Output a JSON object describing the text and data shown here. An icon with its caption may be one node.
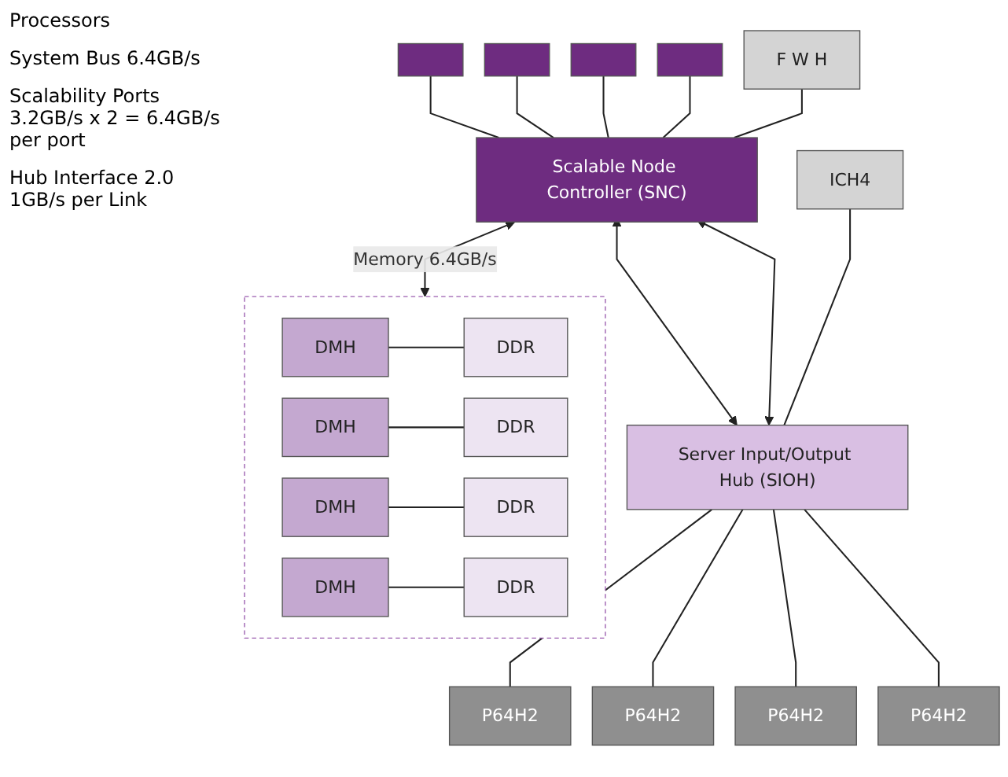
{
  "diagram": {
    "nodes": [
      {
        "text": [],
        "shape": "box"
      },
      {
        "text": [],
        "shape": "box"
      },
      {
        "text": [],
        "shape": "box"
      },
      {
        "text": [],
        "shape": "box"
      },
      {
        "text": [
          "F W H"
        ]
      },
      {
        "text": [
          "Scalable Node Controller (SNC)"
        ]
      },
      {
        "text": [],
        "shape": "box"
      },
      {
        "text": [
          "DMH"
        ],
        "in": 6
      },
      {
        "text": [
          "DDR"
        ],
        "in": 6
      },
      {
        "text": [
          "DMH"
        ],
        "in": 6
      },
      {
        "text": [
          "DDR"
        ],
        "in": 6
      },
      {
        "text": [
          "DMH"
        ],
        "in": 6
      },
      {
        "text": [
          "DDR"
        ],
        "in": 6
      },
      {
        "text": [
          "DMH"
        ],
        "in": 6
      },
      {
        "text": [
          "DDR"
        ],
        "in": 6
      },
      {
        "text": [
          "ICH4"
        ]
      },
      {
        "text": [
          "Server Input/Output Hub (SIOH)"
        ]
      },
      {
        "text": [
          "P64H2"
        ]
      },
      {
        "text": [
          "P64H2"
        ]
      },
      {
        "text": [
          "P64H2"
        ]
      },
      {
        "text": [
          "P64H2"
        ]
      }
    ],
    "edges": [
      {
        "from": 0,
        "to": 5,
        "arrow": "none"
      },
      {
        "from": 1,
        "to": 5,
        "arrow": "none"
      },
      {
        "from": 2,
        "to": 5,
        "arrow": "none"
      },
      {
        "from": 3,
        "to": 5,
        "arrow": "none"
      },
      {
        "from": 4,
        "to": 5,
        "arrow": "none"
      },
      {
        "from": 5,
        "to": 6,
        "arrow": "both",
        "label": "Memory 6.4GB/s"
      },
      {
        "from": 7,
        "to": 8,
        "arrow": "none"
      },
      {
        "from": 9,
        "to": 10,
        "arrow": "none"
      },
      {
        "from": 11,
        "to": 12,
        "arrow": "none"
      },
      {
        "from": 13,
        "to": 14,
        "arrow": "none"
      },
      {
        "from": 5,
        "to": 16,
        "arrow": "both"
      },
      {
        "from": 5,
        "to": 16,
        "arrow": "both"
      },
      {
        "from": 15,
        "to": 16,
        "arrow": "none"
      },
      {
        "from": 16,
        "to": 17,
        "arrow": "none"
      },
      {
        "from": 16,
        "to": 18,
        "arrow": "none"
      },
      {
        "from": 16,
        "to": 19,
        "arrow": "none"
      },
      {
        "from": 16,
        "to": 20,
        "arrow": "none"
      }
    ],
    "labels": [
      "Processors",
      "System Bus 6.4GB/s",
      "Scalability Ports 3.2GB/s x 2 = 6.4GB/s per port",
      "Hub Interface 2.0 1GB/s per Link"
    ]
  }
}
